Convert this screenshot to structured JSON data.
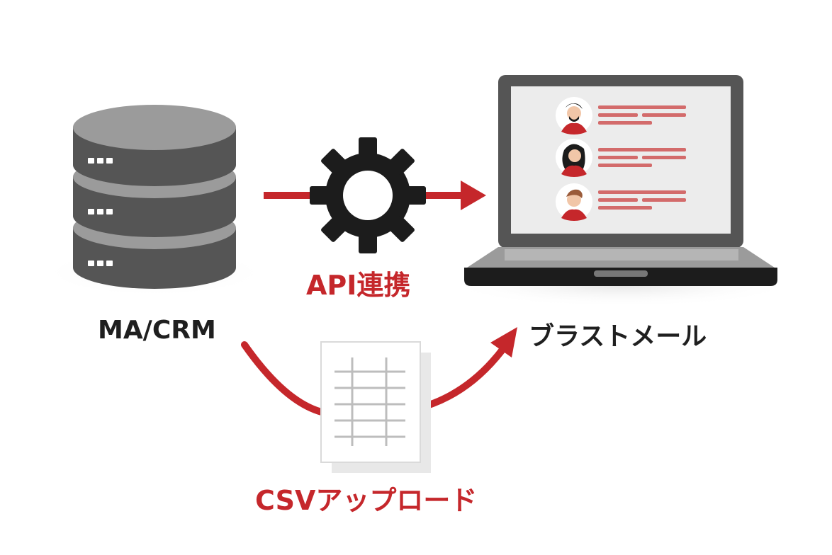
{
  "nodes": {
    "source": {
      "label": "MA/CRM"
    },
    "target": {
      "label": "ブラストメール"
    }
  },
  "edges": {
    "api": {
      "label": "API連携"
    },
    "csv": {
      "label": "CSVアップロード"
    }
  },
  "colors": {
    "accent_red": "#c5272b",
    "dark_gray": "#555555",
    "mid_gray": "#9b9b9b",
    "text": "#1f1f1f",
    "screen": "#ececec",
    "line_pink": "#d36b6b"
  },
  "icons": {
    "source": "database-icon",
    "process": "gear-icon",
    "file": "spreadsheet-icon",
    "target": "laptop-icon",
    "contacts": "person-avatar-icon"
  }
}
